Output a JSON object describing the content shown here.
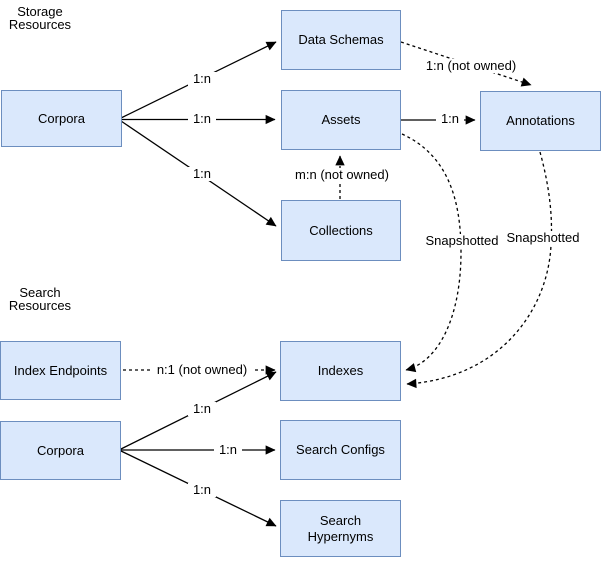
{
  "diagram": {
    "colors": {
      "node_fill": "#dae8fc",
      "node_border": "#6c8ebf",
      "edge": "#000000",
      "background": "#ffffff",
      "text": "#000000"
    },
    "sections": {
      "storage": "Storage\nResources",
      "search": "Search\nResources"
    },
    "nodes": [
      {
        "id": "corpora-storage",
        "label": "Corpora"
      },
      {
        "id": "data-schemas",
        "label": "Data Schemas"
      },
      {
        "id": "assets",
        "label": "Assets"
      },
      {
        "id": "annotations",
        "label": "Annotations"
      },
      {
        "id": "collections",
        "label": "Collections"
      },
      {
        "id": "index-endpoints",
        "label": "Index Endpoints"
      },
      {
        "id": "indexes",
        "label": "Indexes"
      },
      {
        "id": "corpora-search",
        "label": "Corpora"
      },
      {
        "id": "search-configs",
        "label": "Search Configs"
      },
      {
        "id": "search-hypernyms",
        "label": "Search\nHypernyms"
      }
    ],
    "edges": [
      {
        "from": "corpora-storage",
        "to": "data-schemas",
        "label": "1:n",
        "style": "solid"
      },
      {
        "from": "corpora-storage",
        "to": "assets",
        "label": "1:n",
        "style": "solid"
      },
      {
        "from": "corpora-storage",
        "to": "collections",
        "label": "1:n",
        "style": "solid"
      },
      {
        "from": "data-schemas",
        "to": "annotations",
        "label": "1:n (not owned)",
        "style": "dashed"
      },
      {
        "from": "assets",
        "to": "annotations",
        "label": "1:n",
        "style": "solid"
      },
      {
        "from": "collections",
        "to": "assets",
        "label": "m:n (not owned)",
        "style": "dashed"
      },
      {
        "from": "index-endpoints",
        "to": "indexes",
        "label": "n:1 (not owned)",
        "style": "dashed"
      },
      {
        "from": "corpora-search",
        "to": "indexes",
        "label": "1:n",
        "style": "solid"
      },
      {
        "from": "corpora-search",
        "to": "search-configs",
        "label": "1:n",
        "style": "solid"
      },
      {
        "from": "corpora-search",
        "to": "search-hypernyms",
        "label": "1:n",
        "style": "solid"
      },
      {
        "from": "assets",
        "to": "indexes",
        "label": "Snapshotted",
        "style": "dashed-curve"
      },
      {
        "from": "annotations",
        "to": "indexes",
        "label": "Snapshotted",
        "style": "dashed-curve"
      }
    ]
  }
}
